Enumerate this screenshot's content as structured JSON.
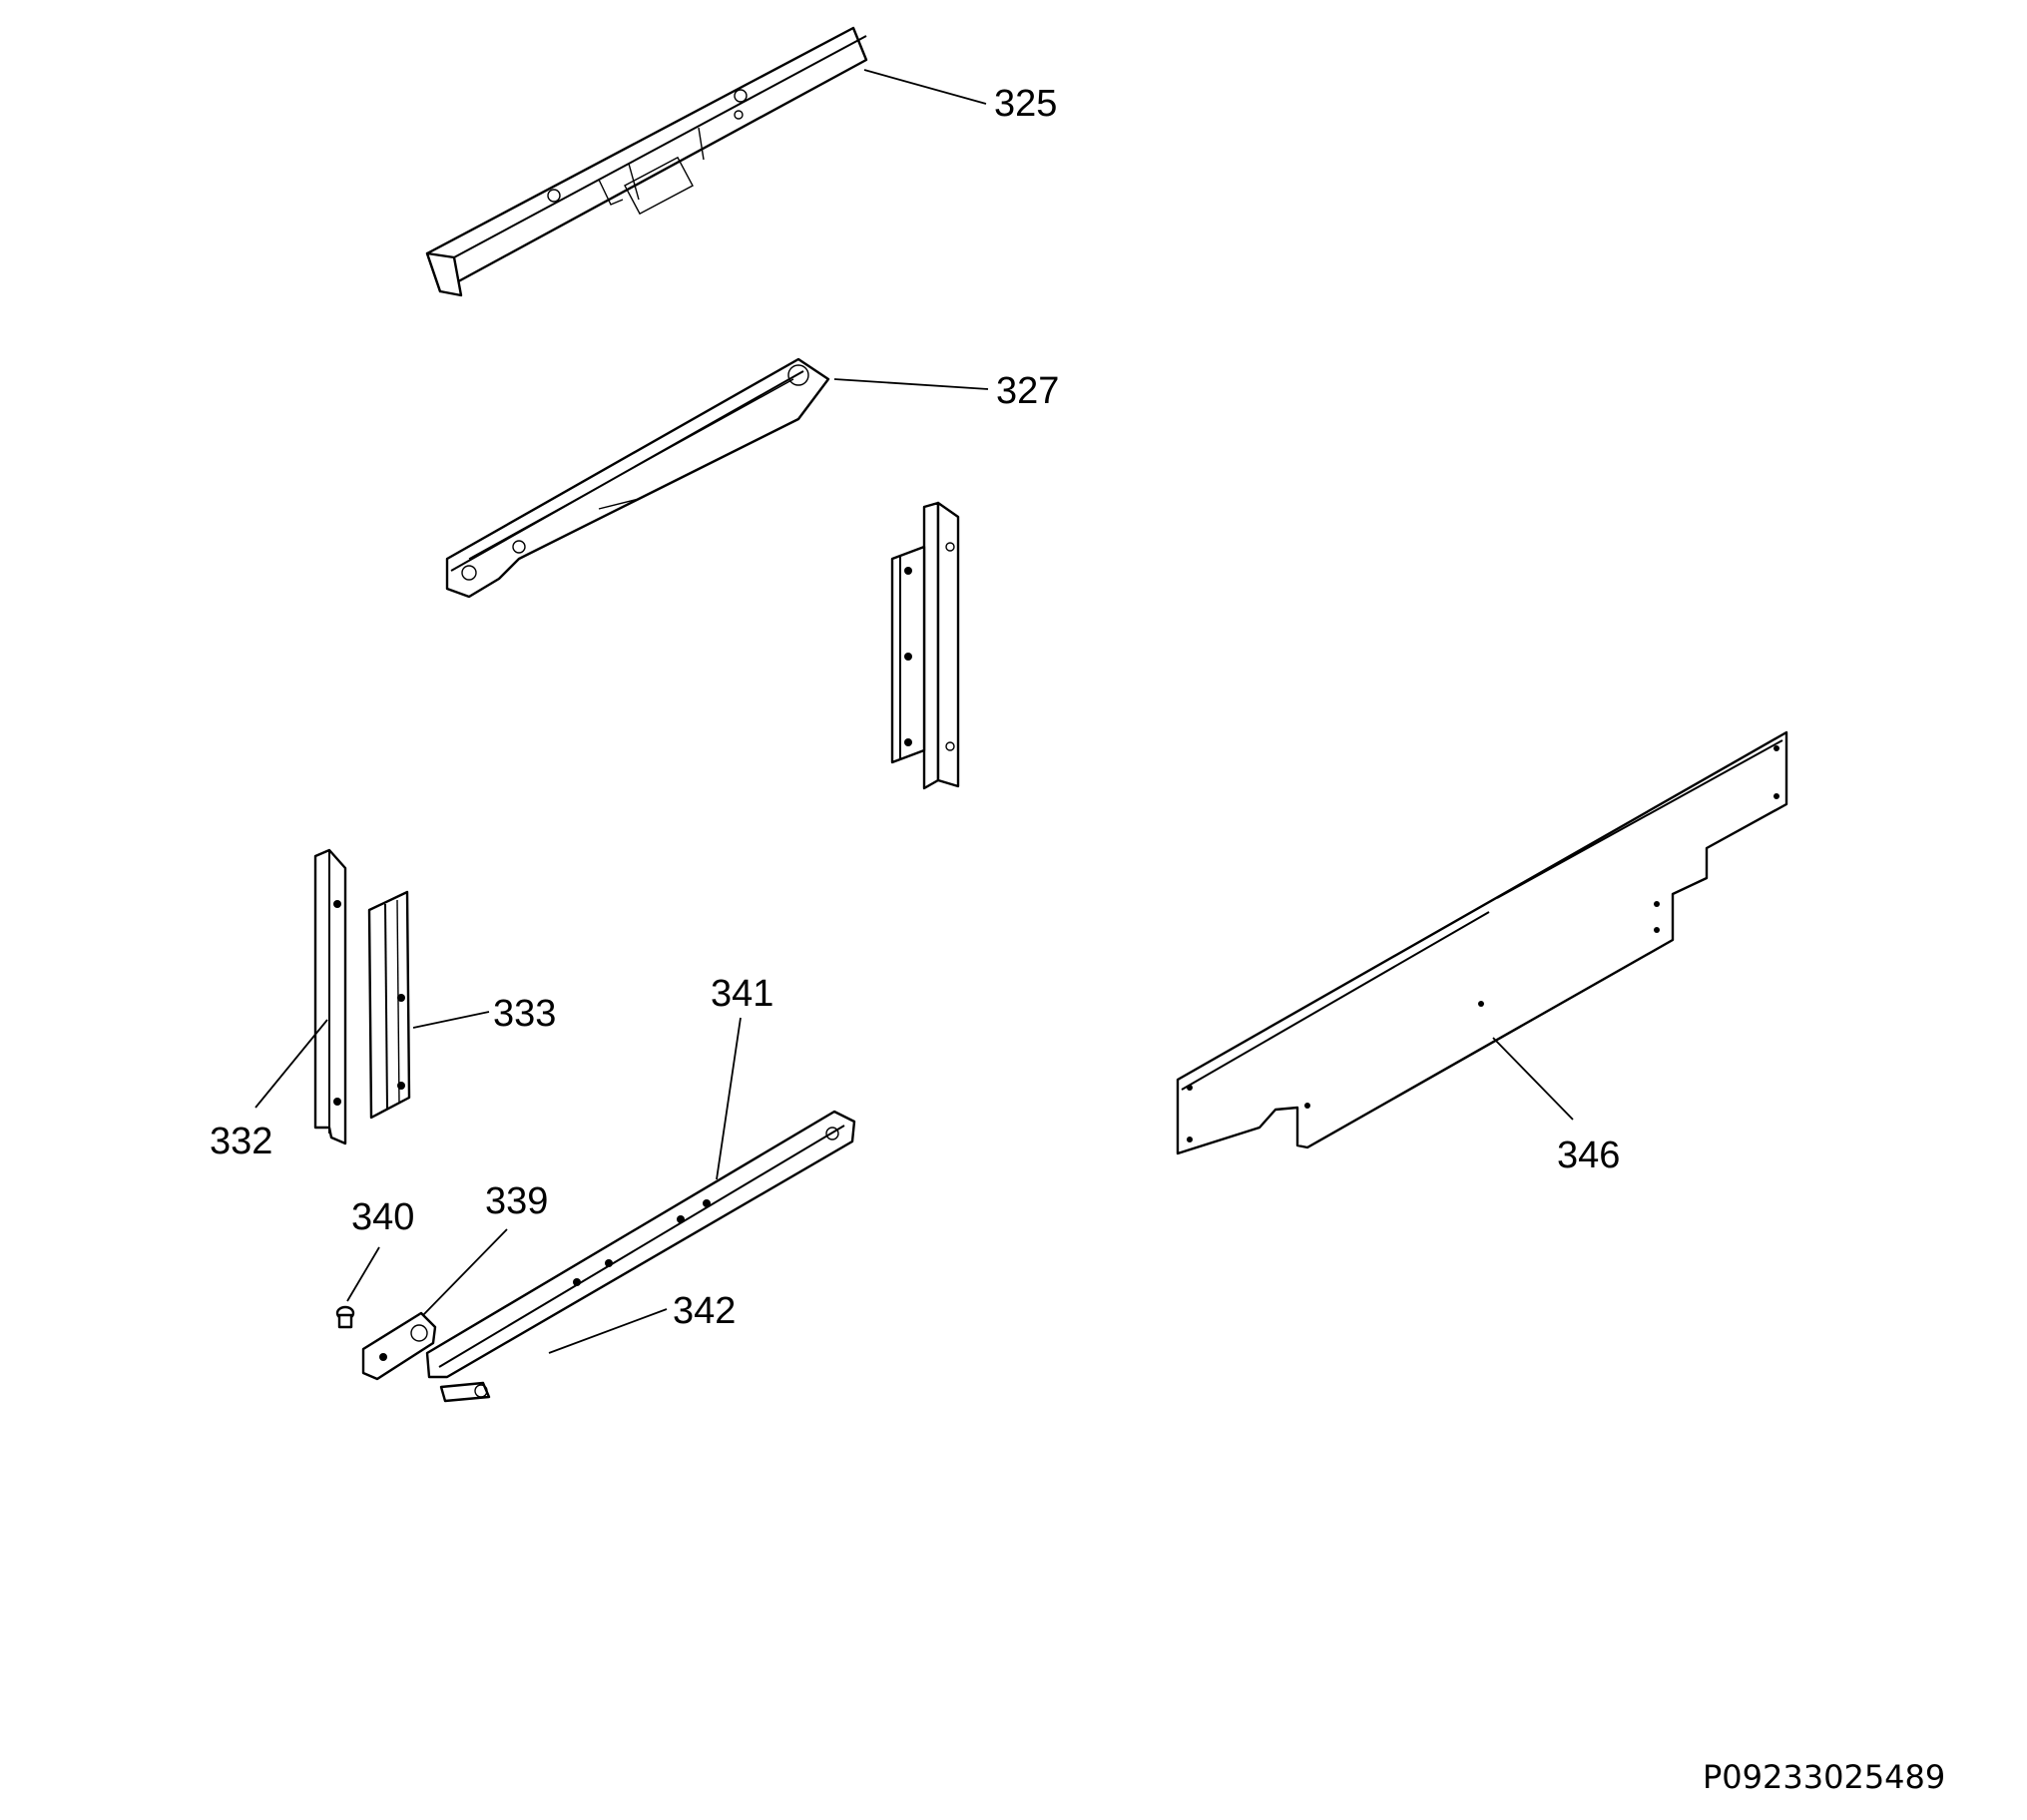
{
  "diagram": {
    "callouts": [
      {
        "id": "325",
        "label": "325"
      },
      {
        "id": "327",
        "label": "327"
      },
      {
        "id": "332",
        "label": "332"
      },
      {
        "id": "333",
        "label": "333"
      },
      {
        "id": "339",
        "label": "339"
      },
      {
        "id": "340",
        "label": "340"
      },
      {
        "id": "341",
        "label": "341"
      },
      {
        "id": "342",
        "label": "342"
      },
      {
        "id": "346",
        "label": "346"
      }
    ],
    "drawing_code": "P09233025489"
  },
  "colors": {
    "background": "#ffffff",
    "ink": "#000000"
  }
}
